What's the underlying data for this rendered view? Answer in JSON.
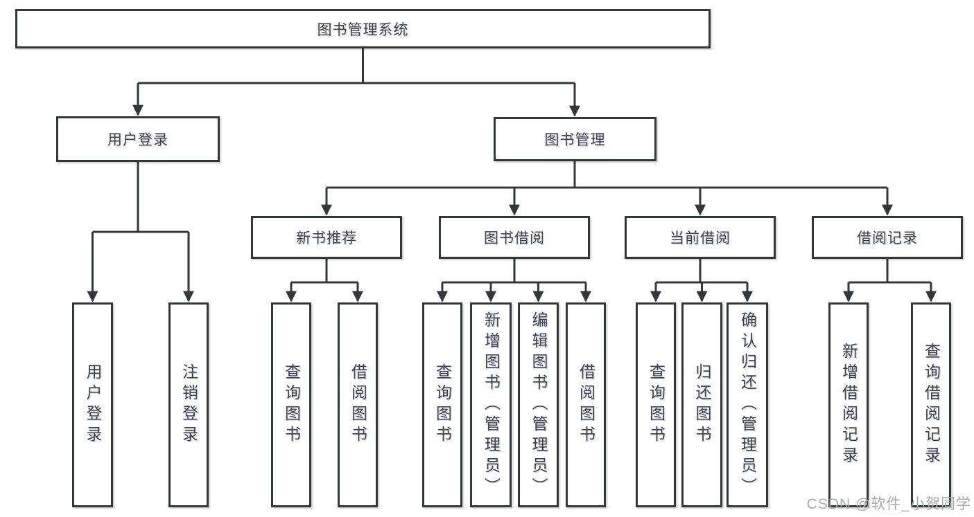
{
  "title": "图书管理系统",
  "watermark": "CSDN @软件_小贺同学",
  "colors": {
    "line": "#33373b",
    "box_border": "#33373b",
    "box_fill": "#ffffff",
    "text": "#3d4147",
    "watermark_text": "#a9a9a9",
    "background": "#ffffff"
  },
  "tree": {
    "label": "图书管理系统",
    "children": [
      {
        "label": "用户登录",
        "children": [
          {
            "label": "用户登录"
          },
          {
            "label": "注销登录"
          }
        ]
      },
      {
        "label": "图书管理",
        "children": [
          {
            "label": "新书推荐",
            "children": [
              {
                "label": "查询图书"
              },
              {
                "label": "借阅图书"
              }
            ]
          },
          {
            "label": "图书借阅",
            "children": [
              {
                "label": "查询图书"
              },
              {
                "label": "新增图书（管理员）"
              },
              {
                "label": "编辑图书（管理员）"
              },
              {
                "label": "借阅图书"
              }
            ]
          },
          {
            "label": "当前借阅",
            "children": [
              {
                "label": "查询图书"
              },
              {
                "label": "归还图书"
              },
              {
                "label": "确认归还（管理员）"
              }
            ]
          },
          {
            "label": "借阅记录",
            "children": [
              {
                "label": "新增借阅记录"
              },
              {
                "label": "查询借阅记录"
              }
            ]
          }
        ]
      }
    ]
  }
}
